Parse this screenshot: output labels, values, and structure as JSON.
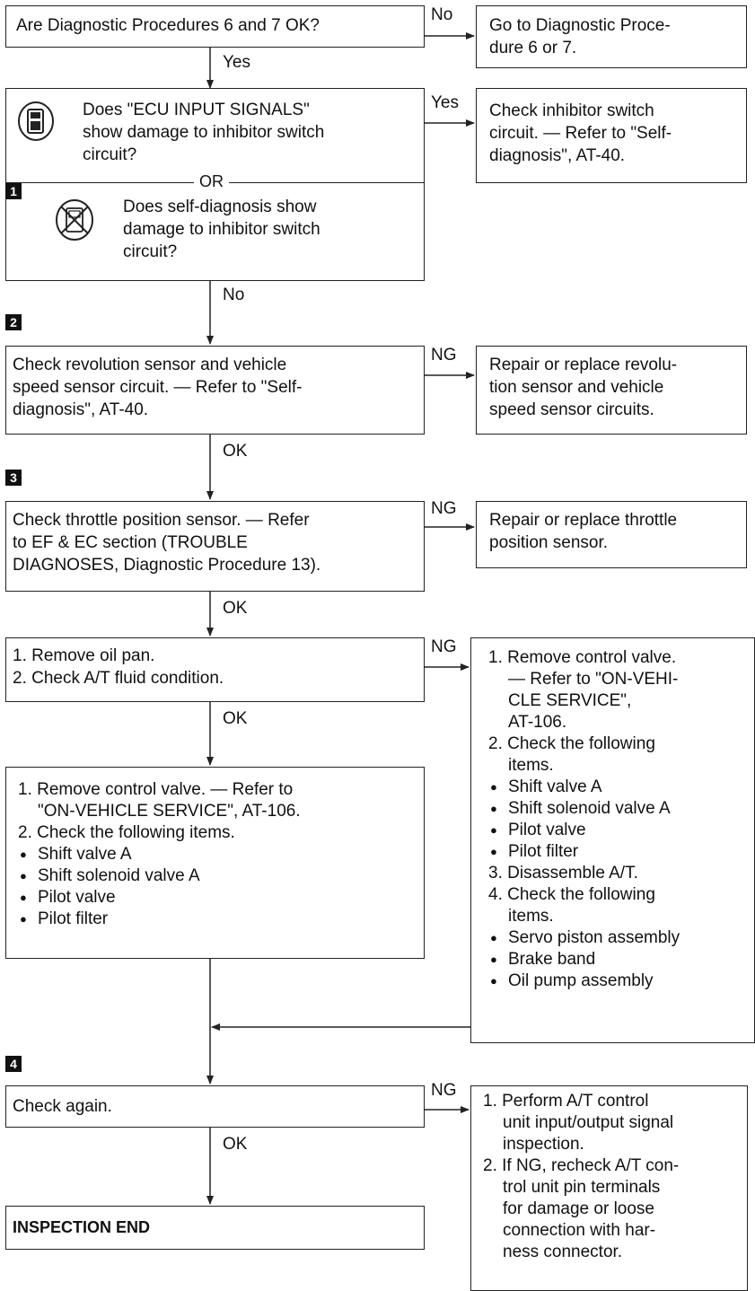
{
  "flowchart": {
    "step1": {
      "question": "Are Diagnostic Procedures 6 and 7 OK?",
      "no_label": "No",
      "yes_label": "Yes",
      "no_action": "Go to Diagnostic Proce-\ndure 6 or 7."
    },
    "step2": {
      "question_a": "Does \"ECU INPUT SIGNALS\"\nshow damage to inhibitor switch\ncircuit?",
      "or_label": "OR",
      "step_number": "1",
      "question_b": "Does self-diagnosis show\ndamage to inhibitor switch\ncircuit?",
      "yes_label": "Yes",
      "no_label": "No",
      "yes_action": "Check inhibitor switch\ncircuit. — Refer to \"Self-\ndiagnosis\", AT-40."
    },
    "step3": {
      "step_number": "2",
      "check": "Check revolution sensor and vehicle\nspeed sensor circuit. — Refer to \"Self-\ndiagnosis\", AT-40.",
      "ng_label": "NG",
      "ok_label": "OK",
      "ng_action": "Repair or replace revolu-\ntion sensor and vehicle\nspeed sensor circuits."
    },
    "step4": {
      "step_number": "3",
      "check": "Check throttle position sensor. — Refer\nto EF & EC section (TROUBLE\nDIAGNOSES, Diagnostic Procedure 13).",
      "ng_label": "NG",
      "ok_label": "OK",
      "ng_action": "Repair or replace throttle\nposition sensor."
    },
    "step5": {
      "check": "1. Remove oil pan.\n2. Check A/T fluid condition.",
      "ng_label": "NG",
      "ok_label": "OK",
      "ng_action": {
        "i1": "1. Remove control valve.",
        "i1b": "— Refer to \"ON-VEHI-\nCLE SERVICE\",\nAT-106.",
        "i2": "2. Check the following\nitems.",
        "b1": "Shift valve A",
        "b2": "Shift solenoid valve A",
        "b3": "Pilot valve",
        "b4": "Pilot filter",
        "i3": "3. Disassemble A/T.",
        "i4": "4. Check the following\nitems.",
        "b5": "Servo piston assembly",
        "b6": "Brake band",
        "b7": "Oil pump assembly"
      }
    },
    "step6": {
      "i1": "1. Remove control valve. — Refer to\n\"ON-VEHICLE SERVICE\", AT-106.",
      "i2": "2. Check the following items.",
      "b1": "Shift valve A",
      "b2": "Shift solenoid valve A",
      "b3": "Pilot valve",
      "b4": "Pilot filter"
    },
    "step7": {
      "step_number": "4",
      "check": "Check again.",
      "ng_label": "NG",
      "ok_label": "OK",
      "ng_action": {
        "i1": "1. Perform A/T control\nunit input/output signal\ninspection.",
        "i2": "2. If NG, recheck A/T con-\ntrol unit pin terminals\nfor damage or loose\nconnection with har-\nness connector."
      }
    },
    "end": "INSPECTION END"
  }
}
